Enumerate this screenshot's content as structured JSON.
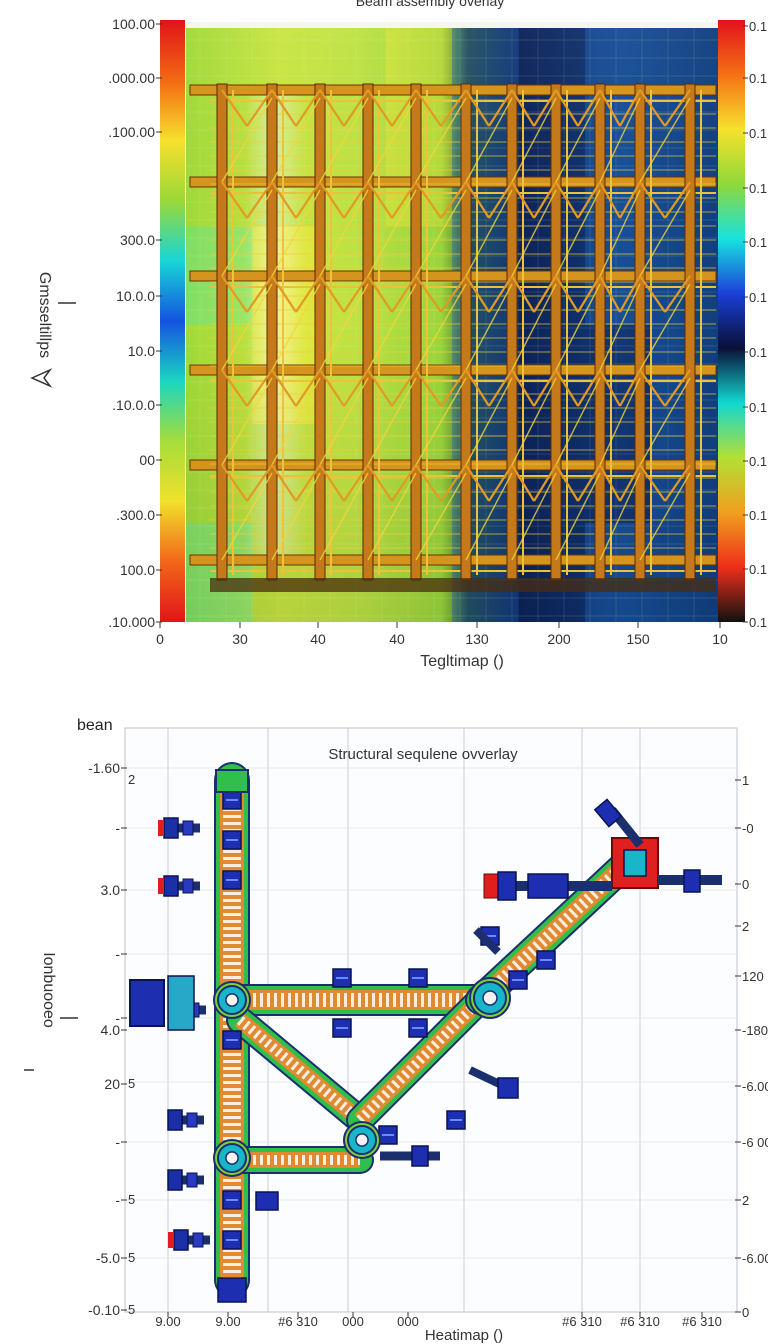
{
  "chart_data": [
    {
      "type": "heatmap",
      "title": "Beam assembly overlay",
      "xlabel": "Tegltimap ()",
      "ylabel": "Gmsseltillps",
      "x_ticks": [
        "0",
        "30",
        "40",
        "40",
        "130",
        "200",
        "150",
        "10"
      ],
      "y_ticks": [
        "100.00",
        ".000.00",
        ".100.00",
        "300.0",
        "10.0.0",
        "10.0",
        ".10.0.0",
        "00",
        ".300.0",
        "100.0",
        ".10.000"
      ],
      "right_ticks": [
        "0.1",
        "0.1",
        "0.1",
        "0.1",
        "0.1",
        "0.1",
        "0.1",
        "0.1",
        "0.1",
        "0.1",
        "0.1",
        "0.1"
      ],
      "grid": true,
      "colormap": [
        "#d4101e",
        "#f07d16",
        "#f5e52c",
        "#9bd636",
        "#2ee6c8",
        "#1f6fe0",
        "#0c1f6a"
      ],
      "left_colorbar": [
        "#e0131a",
        "#f26a12",
        "#f7e02d",
        "#9bd838",
        "#18d6d6",
        "#1454e0",
        "#1ad6c0",
        "#a6dd3a",
        "#f1e02c",
        "#f2661a",
        "#e0151a"
      ],
      "right_colorbar": [
        "#e3121b",
        "#f47114",
        "#f6e22d",
        "#8ed83a",
        "#18e2e0",
        "#1a3fd8",
        "#0a1038",
        "#12d7d0",
        "#b2e034",
        "#f0a020",
        "#ee2e1a",
        "#111111"
      ],
      "field": [
        [
          0.42,
          0.5,
          0.52,
          0.62,
          0.15,
          0.08,
          0.1,
          0.12
        ],
        [
          0.45,
          0.55,
          0.48,
          0.6,
          0.18,
          0.06,
          0.09,
          0.14
        ],
        [
          0.4,
          0.62,
          0.52,
          0.58,
          0.12,
          0.05,
          0.1,
          0.13
        ],
        [
          0.44,
          0.6,
          0.5,
          0.55,
          0.14,
          0.08,
          0.07,
          0.15
        ],
        [
          0.43,
          0.58,
          0.55,
          0.52,
          0.16,
          0.07,
          0.08,
          0.12
        ],
        [
          0.41,
          0.52,
          0.5,
          0.55,
          0.13,
          0.06,
          0.09,
          0.14
        ]
      ]
    },
    {
      "type": "other",
      "title": "Structural sequlene ovverlay",
      "corner_label": "bean",
      "xlabel": "Heatimap ()",
      "ylabel": "Ionbuooeo",
      "x_ticks": [
        "9.00",
        "9.00",
        "#6 310",
        "000",
        "000",
        "#6 310",
        "#6 310",
        "#6 310"
      ],
      "y_ticks": [
        "-1.60",
        "-",
        "3.0",
        "-",
        "-",
        "4.0",
        "20",
        "-",
        "-",
        "-5.0",
        "-0.10"
      ],
      "left_inner_ticks": [
        "2",
        "5",
        "5",
        "5",
        "5"
      ],
      "right_ticks": [
        "1",
        "-0",
        "0",
        "2",
        "120",
        "-180",
        "-6.00",
        "-6 00",
        "2",
        "-6.00",
        "0"
      ],
      "grid": true
    }
  ]
}
